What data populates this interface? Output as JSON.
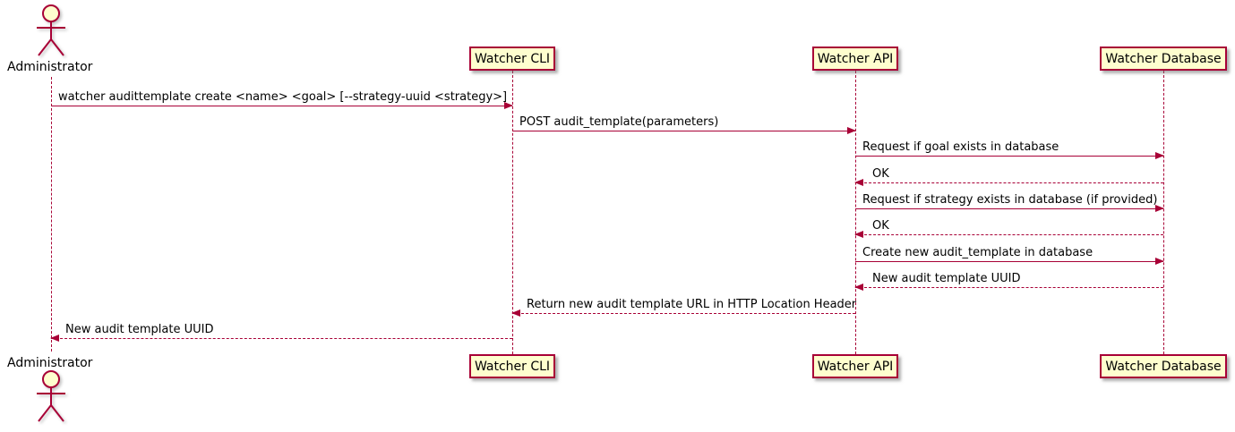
{
  "participants": [
    {
      "name": "Administrator",
      "type": "actor"
    },
    {
      "name": "Watcher CLI",
      "type": "participant"
    },
    {
      "name": "Watcher API",
      "type": "participant"
    },
    {
      "name": "Watcher Database",
      "type": "participant"
    }
  ],
  "messages": [
    {
      "from": "Administrator",
      "to": "Watcher CLI",
      "label": "watcher audittemplate create <name> <goal> [--strategy-uuid <strategy>]",
      "line": "solid"
    },
    {
      "from": "Watcher CLI",
      "to": "Watcher API",
      "label": "POST audit_template(parameters)",
      "line": "solid"
    },
    {
      "from": "Watcher API",
      "to": "Watcher Database",
      "label": "Request if goal exists in database",
      "line": "solid"
    },
    {
      "from": "Watcher Database",
      "to": "Watcher API",
      "label": "OK",
      "line": "dashed"
    },
    {
      "from": "Watcher API",
      "to": "Watcher Database",
      "label": "Request if strategy exists in database (if provided)",
      "line": "solid"
    },
    {
      "from": "Watcher Database",
      "to": "Watcher API",
      "label": "OK",
      "line": "dashed"
    },
    {
      "from": "Watcher API",
      "to": "Watcher Database",
      "label": "Create new audit_template in database",
      "line": "solid"
    },
    {
      "from": "Watcher Database",
      "to": "Watcher API",
      "label": "New audit template UUID",
      "line": "dashed"
    },
    {
      "from": "Watcher API",
      "to": "Watcher CLI",
      "label": "Return new audit template URL in HTTP Location Header",
      "line": "dashed"
    },
    {
      "from": "Watcher CLI",
      "to": "Administrator",
      "label": "New audit template UUID",
      "line": "dashed"
    }
  ],
  "colors": {
    "accent": "#A80036",
    "participant_fill": "#FEFECE",
    "text": "#000000",
    "background": "#FFFFFF"
  }
}
